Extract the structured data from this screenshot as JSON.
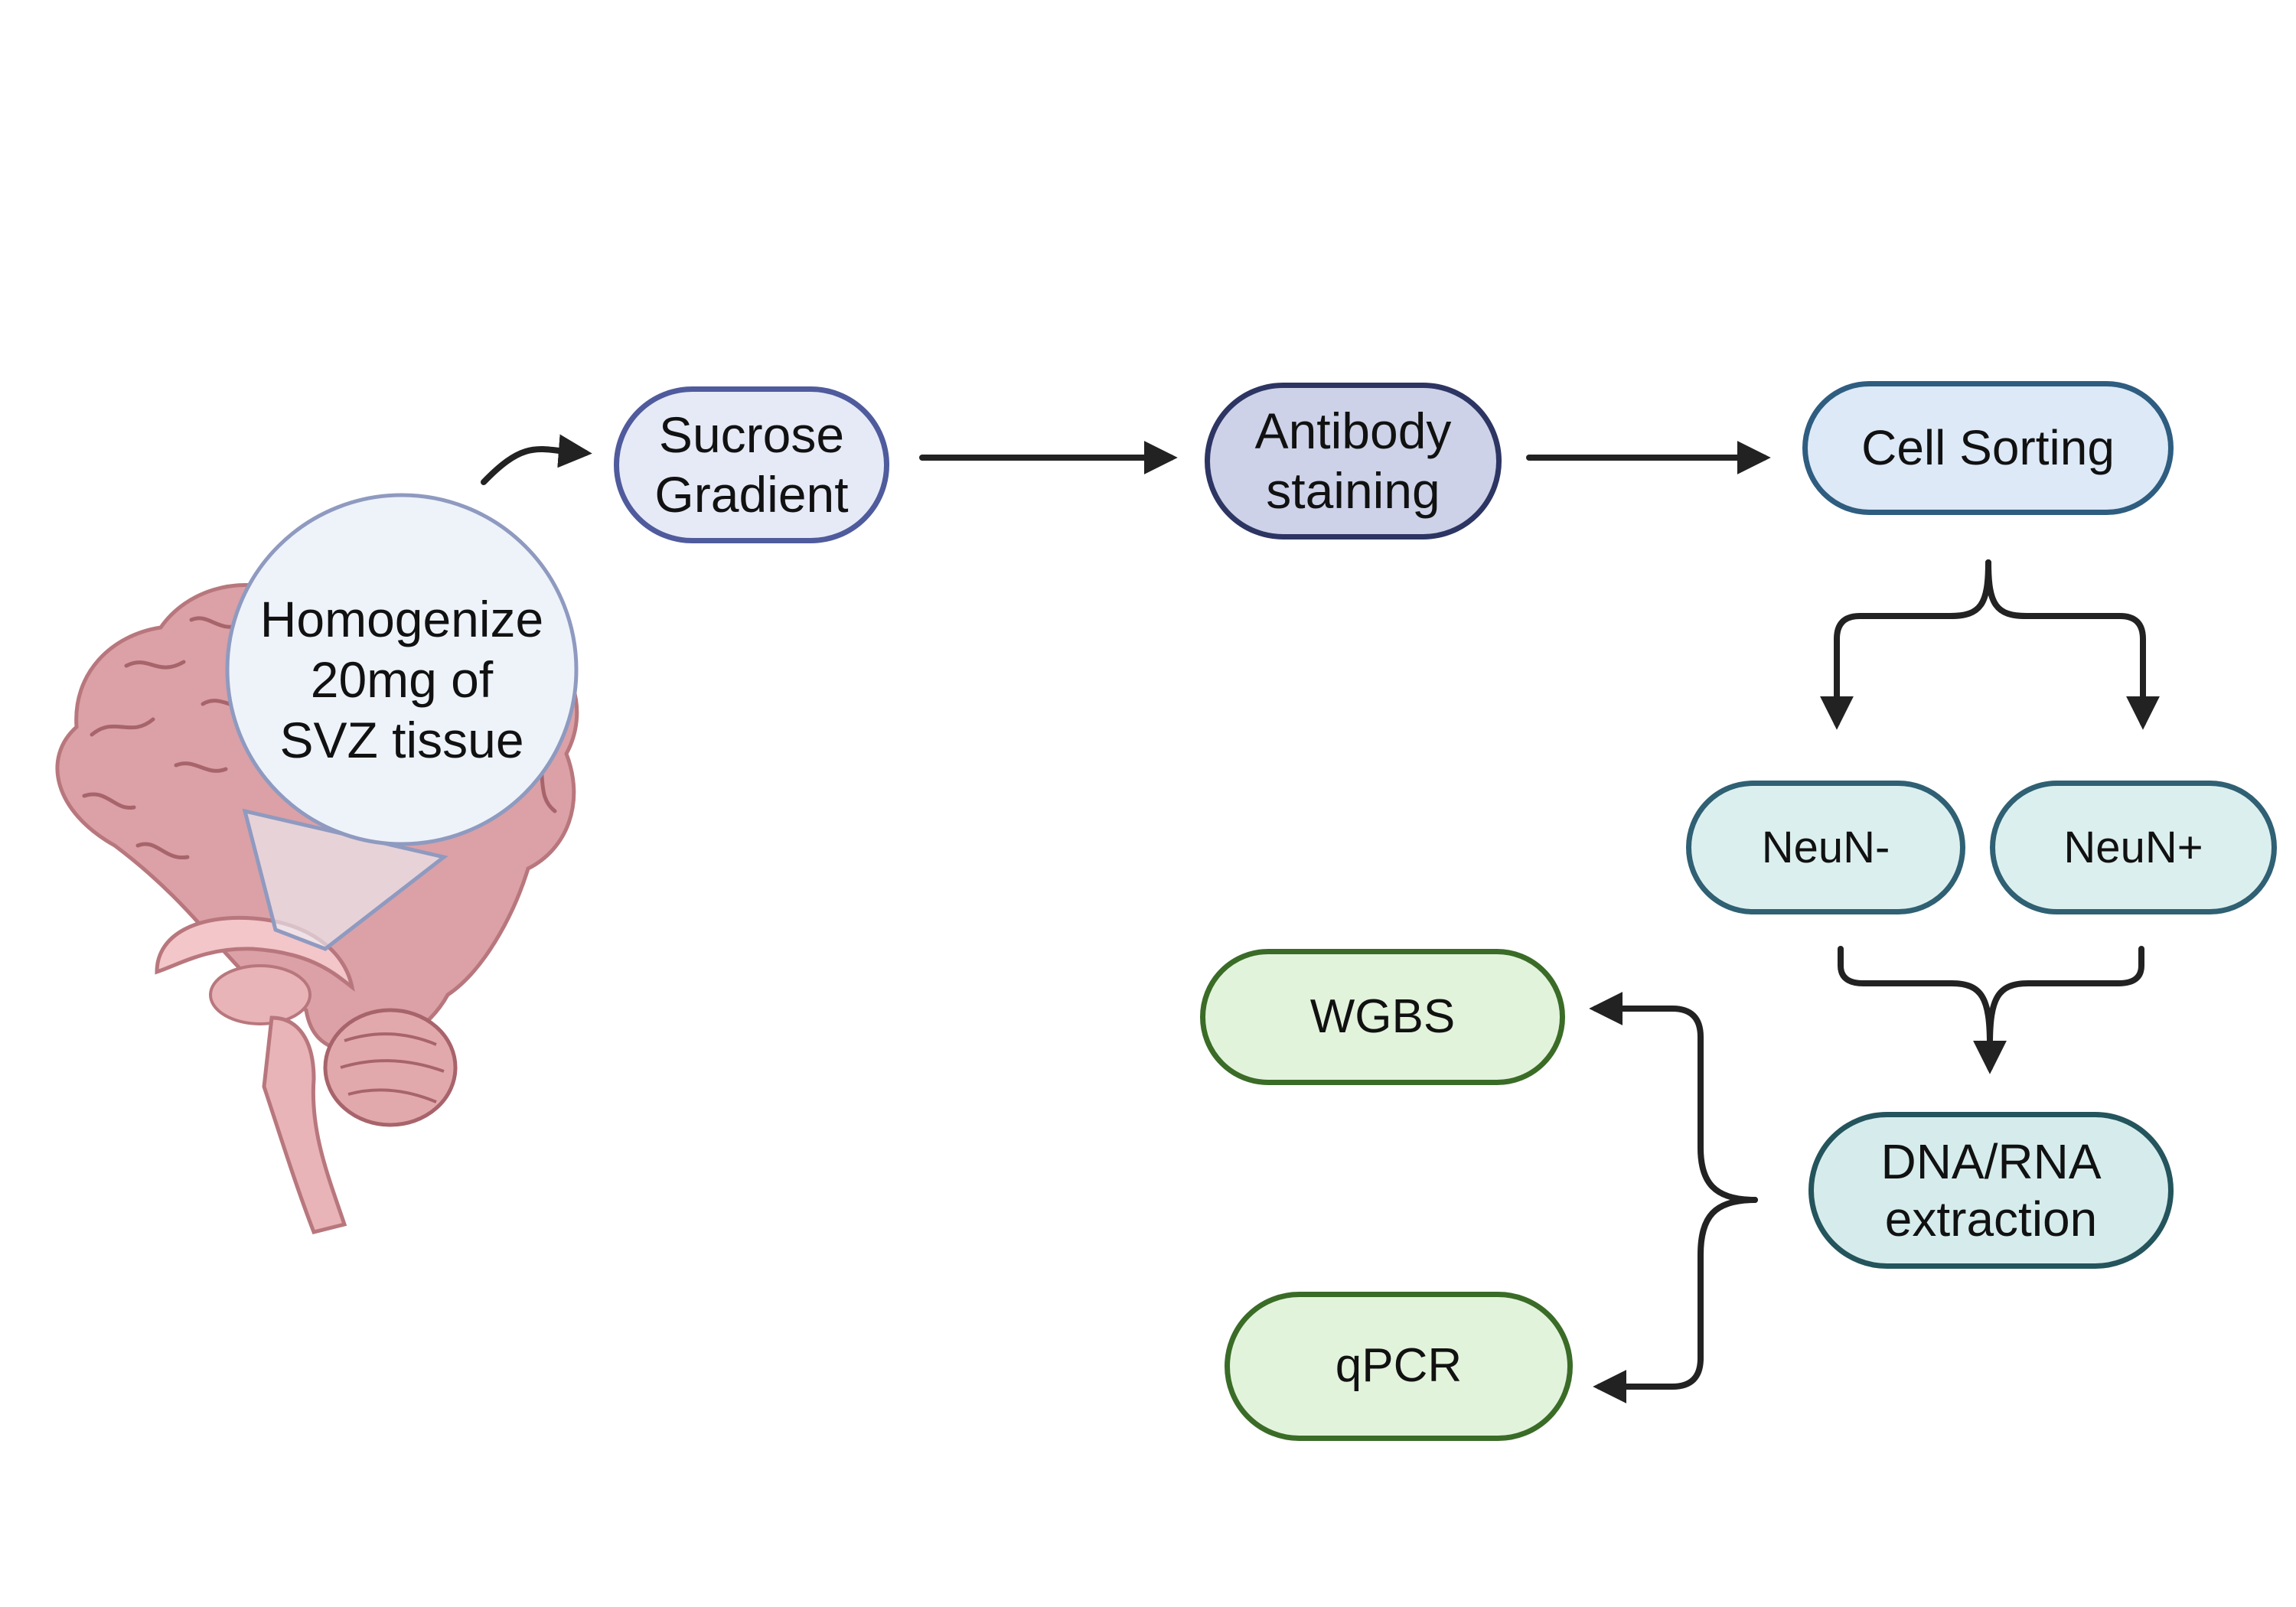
{
  "colors": {
    "purple_fill": "#e6eaf7",
    "purple_border": "#4f5b9c",
    "navy_fill": "#cdd2e8",
    "navy_border": "#2d3563",
    "blue_fill": "#dde9f7",
    "blue_border": "#2e5d80",
    "teal_fill": "#dcefef",
    "teal_border": "#2f6073",
    "dteal_fill": "#d6ecec",
    "dteal_border": "#24545c",
    "green_fill": "#e2f3dc",
    "green_border": "#3a6c27",
    "arrow": "#222222",
    "brain": "#d9a2a6",
    "callout_fill": "#eef3fa",
    "callout_border": "#8f9ac0"
  },
  "callout": {
    "label": "Homogenize\n20mg of\nSVZ tissue"
  },
  "brain_icon": "human-brain-sagittal-icon",
  "nodes": {
    "sucrose": {
      "label": "Sucrose\nGradient"
    },
    "antibody": {
      "label": "Antibody\nstaining"
    },
    "cell_sorting": {
      "label": "Cell Sorting"
    },
    "neun_neg": {
      "label": "NeuN-"
    },
    "neun_pos": {
      "label": "NeuN+"
    },
    "extraction": {
      "label": "DNA/RNA\nextraction"
    },
    "wgbs": {
      "label": "WGBS"
    },
    "qpcr": {
      "label": "qPCR"
    }
  }
}
